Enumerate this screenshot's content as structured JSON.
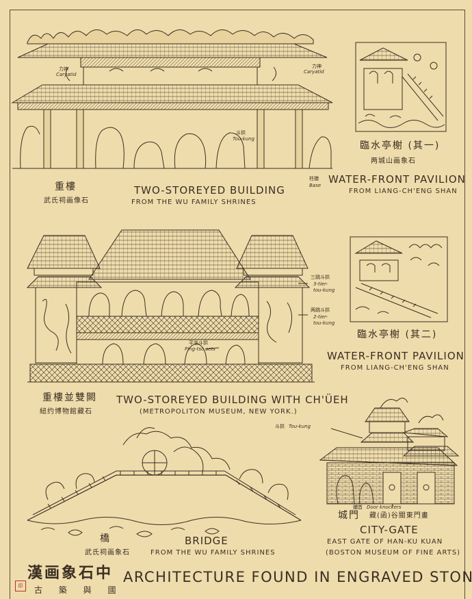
{
  "page_title": "ARCHITECTURE FOUND IN ENGRAVED STONES",
  "page_title_cn": "漢画象石中",
  "page_footer_cn_partial": "古 築 與 國",
  "panels": {
    "wu_building": {
      "title_cn": "重樓",
      "subtitle_cn": "武氏祠画像石",
      "title_en": "TWO-STOREYED BUILDING",
      "subtitle_en": "FROM THE WU FAMILY SHRINES",
      "notes": {
        "caryatid_left_cn": "力神",
        "caryatid_left_en": "Caryatid",
        "caryatid_right_cn": "力神",
        "caryatid_right_en": "Caryatid",
        "toukung_cn": "斗拱",
        "toukung_en": "Tou-kung",
        "base_cn": "柱礎",
        "base_en": "Base"
      }
    },
    "pavilion_1": {
      "title_cn": "臨水亭榭 (其一)",
      "subtitle_cn": "两城山画象石",
      "title_en": "WATER-FRONT PAVILION",
      "subtitle_en": "FROM LIANG-CH'ENG SHAN"
    },
    "chueh_building": {
      "title_cn": "重樓並雙闕",
      "subtitle_cn": "紐约博物館藏石",
      "title_en": "TWO-STOREYED BUILDING WITH CH'ÜEH",
      "subtitle_en": "(METROPOLITON MUSEUM, NEW YORK.)",
      "notes": {
        "three_tier_cn": "三跳斗拱",
        "three_tier_en_1": "3-tier-",
        "three_tier_en_2": "tou-kung",
        "two_tier_cn": "两跳斗拱",
        "two_tier_en_1": "2-tier-",
        "two_tier_en_2": "tou-kung",
        "ping_tso_cn": "平坐斗拱",
        "ping_tso_en": "Ping-tso sets"
      }
    },
    "pavilion_2": {
      "title_cn": "臨水亭榭 (其二)",
      "title_en": "WATER-FRONT PAVILION",
      "subtitle_en": "FROM LIANG-CH'ENG SHAN"
    },
    "bridge": {
      "title_cn": "橋",
      "subtitle_cn": "武氏祠画象石",
      "title_en": "BRIDGE",
      "subtitle_en": "FROM THE WU FAMILY SHRINES"
    },
    "city_gate": {
      "title_cn": "城門",
      "title_cn_2": "藏(函)谷關東門畫",
      "title_en": "CITY-GATE",
      "subtitle_en": "EAST GATE OF HAN-KU KUAN",
      "subtitle_en_2": "(BOSTON MUSEUM OF FINE ARTS)",
      "notes": {
        "toukung_cn": "斗拱",
        "toukung_en": "Tou-kung",
        "knockers_cn": "鋪首",
        "knockers_en": "Door knockers"
      }
    }
  },
  "colors": {
    "paper": "#efdcac",
    "ink": "#3a2e22",
    "seal": "#b2312a"
  }
}
